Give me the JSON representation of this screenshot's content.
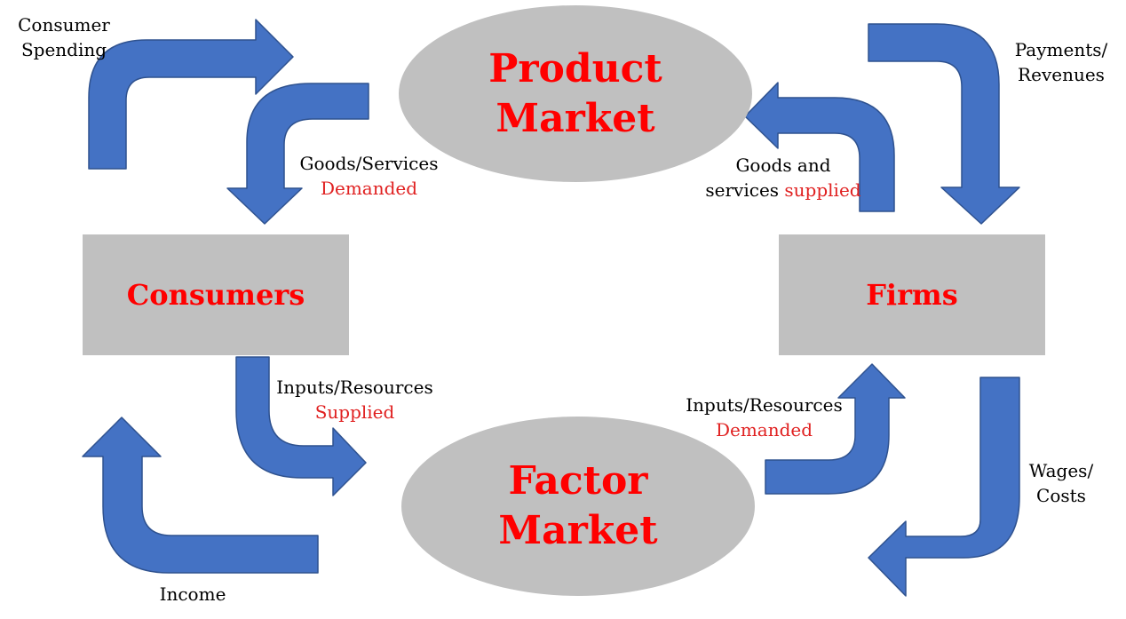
{
  "nodes": {
    "product_market": [
      "Product",
      "Market"
    ],
    "factor_market": [
      "Factor",
      "Market"
    ],
    "consumers": "Consumers",
    "firms": "Firms"
  },
  "labels": {
    "consumer_spending": [
      "Consumer",
      "Spending"
    ],
    "goods_services": "Goods/Services",
    "demanded": "Demanded",
    "payments_revenues": [
      "Payments/",
      "Revenues"
    ],
    "goods_and": "Goods and",
    "services": "services",
    "supplied": "supplied",
    "inputs_resources_left": "Inputs/Resources",
    "supplied_left": "Supplied",
    "inputs_resources_right": "Inputs/Resources",
    "demanded_right": "Demanded",
    "wages_costs": [
      "Wages/",
      "Costs"
    ],
    "income": "Income"
  },
  "colors": {
    "arrow_fill": "#4472c4",
    "arrow_stroke": "#2f528f",
    "node_fill": "#c0c0c0",
    "node_text": "#ff0000",
    "accent_text": "#e02020"
  }
}
